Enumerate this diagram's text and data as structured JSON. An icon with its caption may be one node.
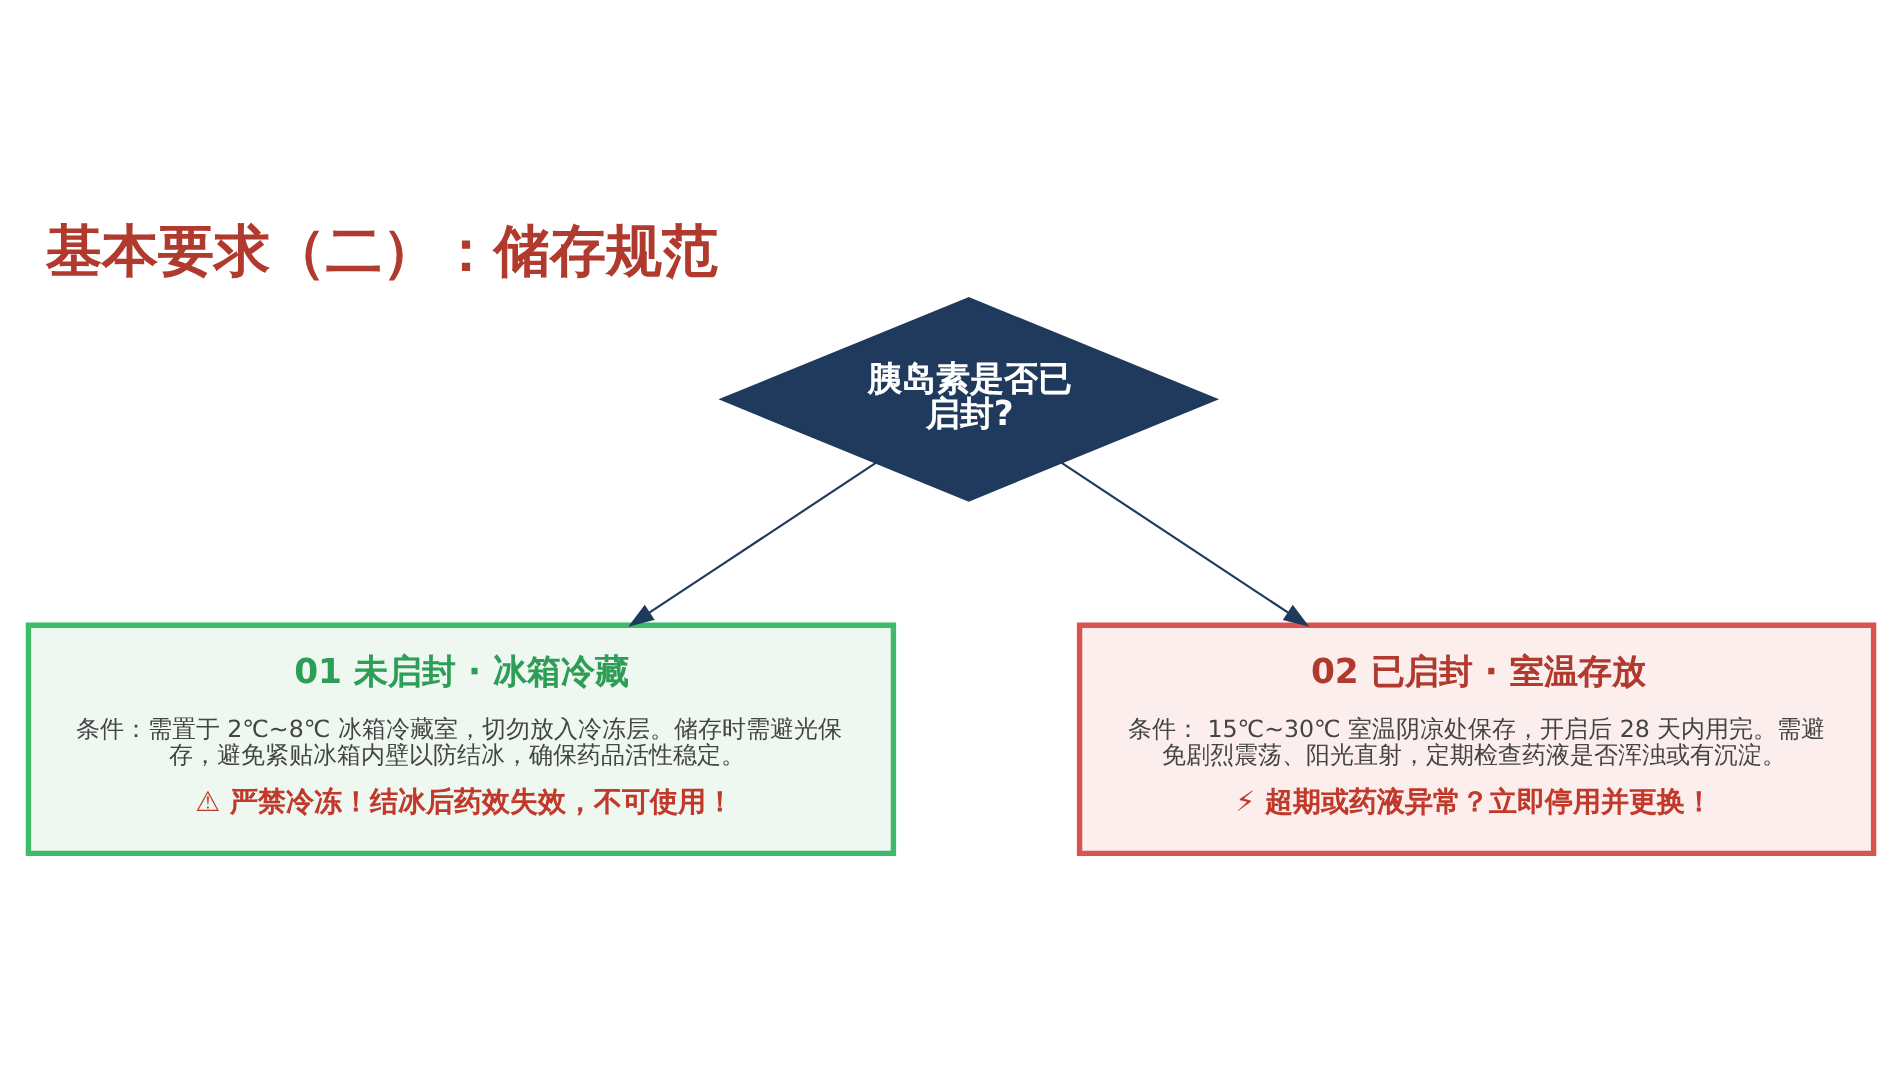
{
  "diagram": {
    "title": "基本要求（二）：储存规范",
    "nodes": [
      {
        "text": [
          "胰岛素是否已启封?"
        ]
      },
      {
        "text": [
          "01 未启封 · 冰箱冷藏",
          "条件：需置于 2℃~8℃ 冰箱冷藏室，切勿放入冷冻层。储存时需避光保存，避免紧贴冰箱内壁以防结冰，确保药品活性稳定。",
          "⚠ 严禁冷冻！结冰后药效失效，不可使用！"
        ]
      },
      {
        "text": [
          "02 已启封 · 室温存放",
          "条件： 15℃~30℃ 室温阴凉处保存，开启后 28 天内用完。需避免剧烈震荡、阳光直射，定期检查药液是否浑浊或有沉淀。",
          "⚡ 超期或药液异常？立即停用并更换！"
        ]
      }
    ],
    "edges": [
      {
        "from": 0,
        "to": 1,
        "arrow": "to"
      },
      {
        "from": 0,
        "to": 2,
        "arrow": "to"
      }
    ]
  }
}
